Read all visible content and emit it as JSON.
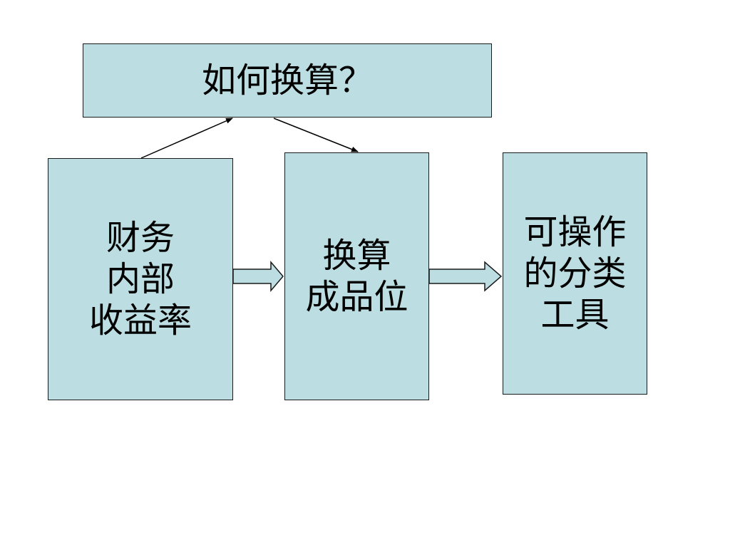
{
  "diagram": {
    "nodes": [
      {
        "id": "top",
        "label": "如何换算？"
      },
      {
        "id": "left",
        "label": "财务\n内部\n收益率"
      },
      {
        "id": "mid",
        "label": "换算\n成品位"
      },
      {
        "id": "right",
        "label": "可操作\n的分类\n工具"
      }
    ],
    "edges": [
      {
        "from": "left",
        "to": "top",
        "style": "thin-arrow"
      },
      {
        "from": "top",
        "to": "mid",
        "style": "thin-arrow"
      },
      {
        "from": "left",
        "to": "mid",
        "style": "block-arrow"
      },
      {
        "from": "mid",
        "to": "right",
        "style": "block-arrow"
      }
    ],
    "colors": {
      "box_fill": "#bcdee2",
      "box_border": "#1a1a1a",
      "arrow_fill": "#bcdee2",
      "line": "#000000"
    }
  }
}
